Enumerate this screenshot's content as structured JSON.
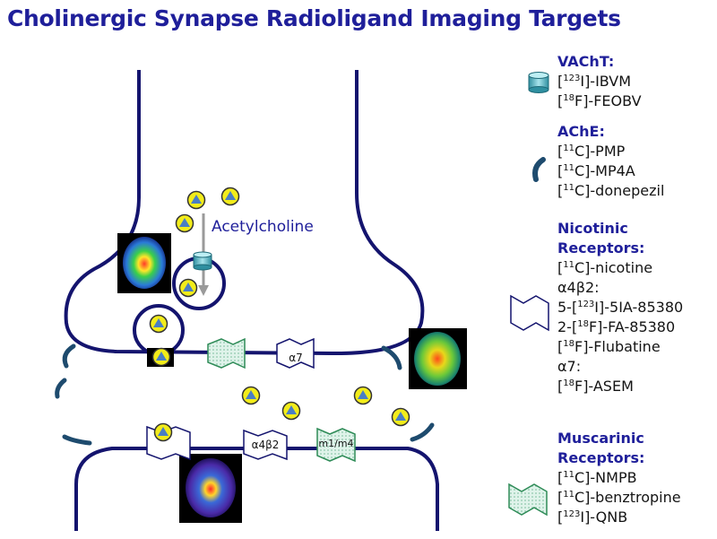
{
  "title": "Cholinergic Synapse Radioligand Imaging Targets",
  "diagram": {
    "acetylcholine_label": "Acetylcholine",
    "receptor_labels": {
      "alpha7": "α7",
      "alpha4beta2": "α4β2",
      "muscarinic": "m1/m4"
    }
  },
  "legend": {
    "vacht": {
      "heading": "VAChT:",
      "items": [
        {
          "pre": "[",
          "sup": "123",
          "post": "I]-IBVM"
        },
        {
          "pre": "[",
          "sup": "18",
          "post": "F]-FEOBV"
        }
      ],
      "icon": "vacht-cylinder-icon",
      "color": "#5ab8c8"
    },
    "ache": {
      "heading": "AChE:",
      "items": [
        {
          "pre": "[",
          "sup": "11",
          "post": "C]-PMP"
        },
        {
          "pre": "[",
          "sup": "11",
          "post": "C]-MP4A"
        },
        {
          "pre": "[",
          "sup": "11",
          "post": "C]-donepezil"
        }
      ],
      "icon": "ache-curve-icon",
      "color": "#1e4b6e"
    },
    "nicotinic": {
      "heading_line1": "Nicotinic",
      "heading_line2": "Receptors:",
      "items": [
        {
          "pre": "[",
          "sup": "11",
          "post": "C]-nicotine"
        },
        {
          "pre": "α4β2:",
          "sup": "",
          "post": ""
        },
        {
          "pre": "5-[",
          "sup": "123",
          "post": "I]-5IA-85380"
        },
        {
          "pre": "2-[",
          "sup": "18",
          "post": "F]-FA-85380"
        },
        {
          "pre": "[",
          "sup": "18",
          "post": "F]-Flubatine"
        },
        {
          "pre": "α7:",
          "sup": "",
          "post": ""
        },
        {
          "pre": "[",
          "sup": "18",
          "post": "F]-ASEM"
        }
      ],
      "icon": "nicotinic-receptor-icon",
      "color": "#1f1f9a"
    },
    "muscarinic": {
      "heading_line1": "Muscarinic",
      "heading_line2": "Receptors:",
      "items": [
        {
          "pre": "[",
          "sup": "11",
          "post": "C]-NMPB"
        },
        {
          "pre": "[",
          "sup": "11",
          "post": "C]-benztropine"
        },
        {
          "pre": "[",
          "sup": "123",
          "post": "I]-QNB"
        }
      ],
      "icon": "muscarinic-receptor-icon",
      "color": "#2e8b57"
    }
  },
  "colors": {
    "membrane": "#14146e",
    "molecule_fill": "#f2ec1a",
    "molecule_triangle": "#4a7ec4",
    "title": "#1f1f9a",
    "ache": "#1e4b6e",
    "vacht": "#5ab8c8",
    "muscarinic": "#2e8b57"
  }
}
